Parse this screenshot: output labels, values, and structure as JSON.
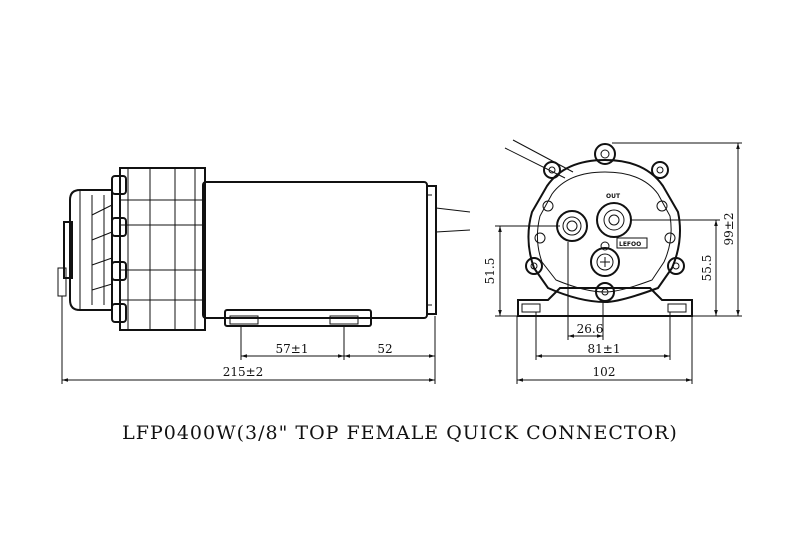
{
  "caption": "LFP0400W(3/8\" TOP FEMALE QUICK CONNECTOR)",
  "side_view": {
    "dim_overall_length": "215±2",
    "dim_foot_hole_spacing": "57±1",
    "dim_foot_offset": "52"
  },
  "front_view": {
    "dim_overall_width": "102",
    "dim_foot_hole_spacing": "81±1",
    "dim_outlet_offset": "26.6",
    "dim_inlet_height": "51.5",
    "dim_center_height": "55.5",
    "dim_overall_height": "99±2",
    "outlet_label": "OUT",
    "brand_label": "LEFOO"
  }
}
